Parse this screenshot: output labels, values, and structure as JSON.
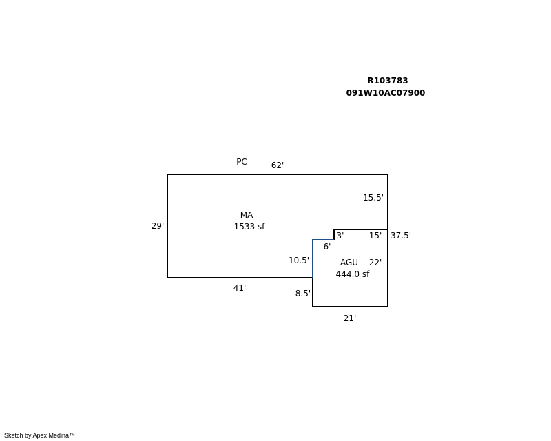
{
  "header": {
    "account": "R103783",
    "parcel": "091W10AC07900"
  },
  "areas": [
    {
      "code": "MA",
      "area": "1533 sf"
    },
    {
      "code": "AGU",
      "area": "444.0 sf"
    }
  ],
  "labels": {
    "pc": "PC",
    "top": "62'",
    "left": "29'",
    "right_upper": "15.5'",
    "right_total": "37.5'",
    "bottom_main": "41'",
    "agu_top": "15'",
    "agu_notch_v": "3'",
    "agu_notch_h": "6'",
    "agu_left_upper": "10.5'",
    "agu_left_lower": "8.5'",
    "agu_right": "22'",
    "agu_bottom": "21'"
  },
  "credit": "Sketch by Apex Medina™",
  "colors": {
    "line": "#000000",
    "highlight": "#1f4e8c"
  }
}
